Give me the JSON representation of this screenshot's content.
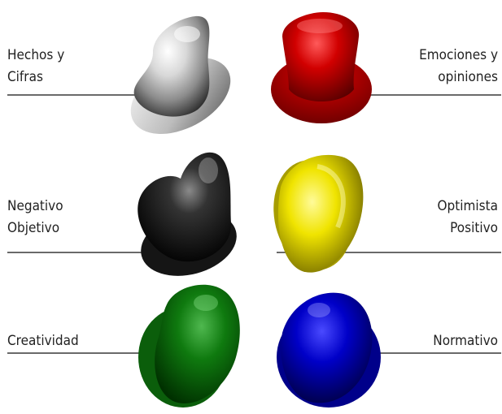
{
  "hats": [
    {
      "id": "white",
      "color": "#d9d9d9",
      "side": "left",
      "label_lines": [
        "Hechos y",
        "Cifras"
      ]
    },
    {
      "id": "red",
      "color": "#cc0000",
      "side": "right",
      "label_lines": [
        "Emociones y",
        "opiniones"
      ]
    },
    {
      "id": "black",
      "color": "#111111",
      "side": "left",
      "label_lines": [
        "Negativo",
        "Objetivo"
      ]
    },
    {
      "id": "yellow",
      "color": "#e8e000",
      "side": "right",
      "label_lines": [
        "Optimista",
        "Positivo"
      ]
    },
    {
      "id": "green",
      "color": "#117a11",
      "side": "left",
      "label_lines": [
        "Creatividad"
      ]
    },
    {
      "id": "blue",
      "color": "#0000b8",
      "side": "right",
      "label_lines": [
        "Normativo"
      ]
    }
  ]
}
